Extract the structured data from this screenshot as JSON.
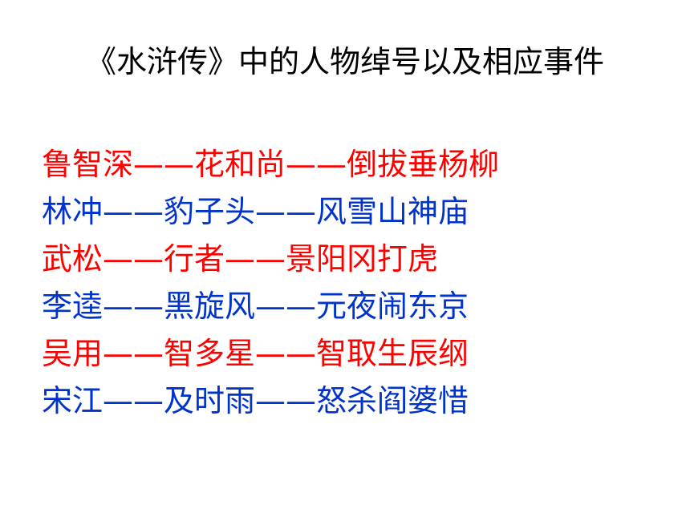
{
  "slide": {
    "title": "《水浒传》中的人物绰号以及相应事件",
    "rows": [
      {
        "text": "鲁智深——花和尚——倒拔垂杨柳",
        "color": "#ff0000"
      },
      {
        "text": "林冲——豹子头——风雪山神庙",
        "color": "#0033cc"
      },
      {
        "text": "武松——行者——景阳冈打虎",
        "color": "#ff0000"
      },
      {
        "text": "李逵——黑旋风——元夜闹东京",
        "color": "#0033cc"
      },
      {
        "text": "吴用——智多星——智取生辰纲",
        "color": "#ff0000"
      },
      {
        "text": "宋江——及时雨——怒杀阎婆惜",
        "color": "#0033cc"
      }
    ]
  }
}
